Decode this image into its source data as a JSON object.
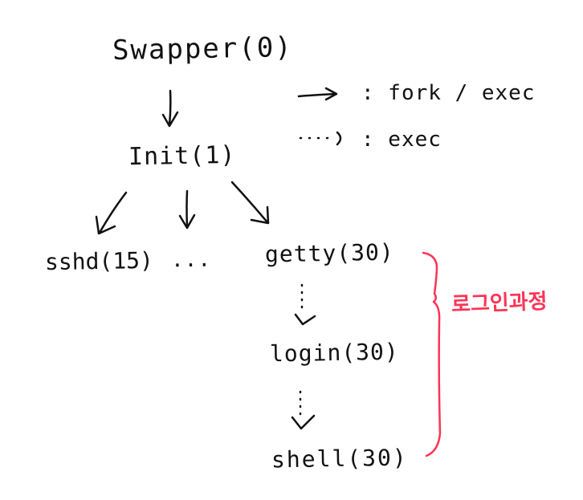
{
  "colors": {
    "ink": "#111111",
    "annotation": "#ff3355"
  },
  "nodes": {
    "swapper": "Swapper(0)",
    "init": "Init(1)",
    "sshd": "sshd(15)",
    "ellipsis": "...",
    "getty": "getty(30)",
    "login": "login(30)",
    "shell": "shell(30)"
  },
  "legend": {
    "solid_label": ": fork / exec",
    "dotted_label": ": exec"
  },
  "annotation": {
    "label": "로그인과정"
  }
}
